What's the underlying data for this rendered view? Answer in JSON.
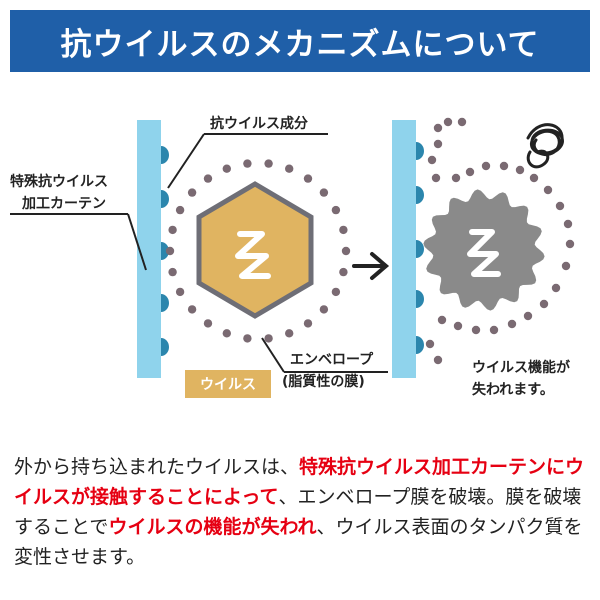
{
  "title": "抗ウイルスのメカニズムについて",
  "labels": {
    "antiviral_component": "抗ウイルス成分",
    "curtain_line1": "特殊抗ウイルス",
    "curtain_line2": "加工カーテン",
    "envelope_line1": "エンベロープ",
    "envelope_line2": "(脂質性の膜)",
    "virus": "ウイルス",
    "lost_line1": "ウイルス機能が",
    "lost_line2": "失われます。"
  },
  "description": {
    "p1": "外から持ち込まれたウイルスは、",
    "r1": "特殊抗ウイルス加工カーテンにウイルスが接触することによって",
    "p2": "、エンベロープ膜を破壊。膜を破壊することで",
    "r2": "ウイルスの機能が失われ",
    "p3": "、ウイルス表面のタンパク質を変性させます。"
  },
  "colors": {
    "header_bg": "#1f5fa8",
    "curtain": "#8fd3ec",
    "component": "#2b86ad",
    "virus": "#e0b461",
    "envelope_dots": "#7a6a72",
    "damaged_virus": "#8a8a8a",
    "highlight": "#e60012"
  }
}
